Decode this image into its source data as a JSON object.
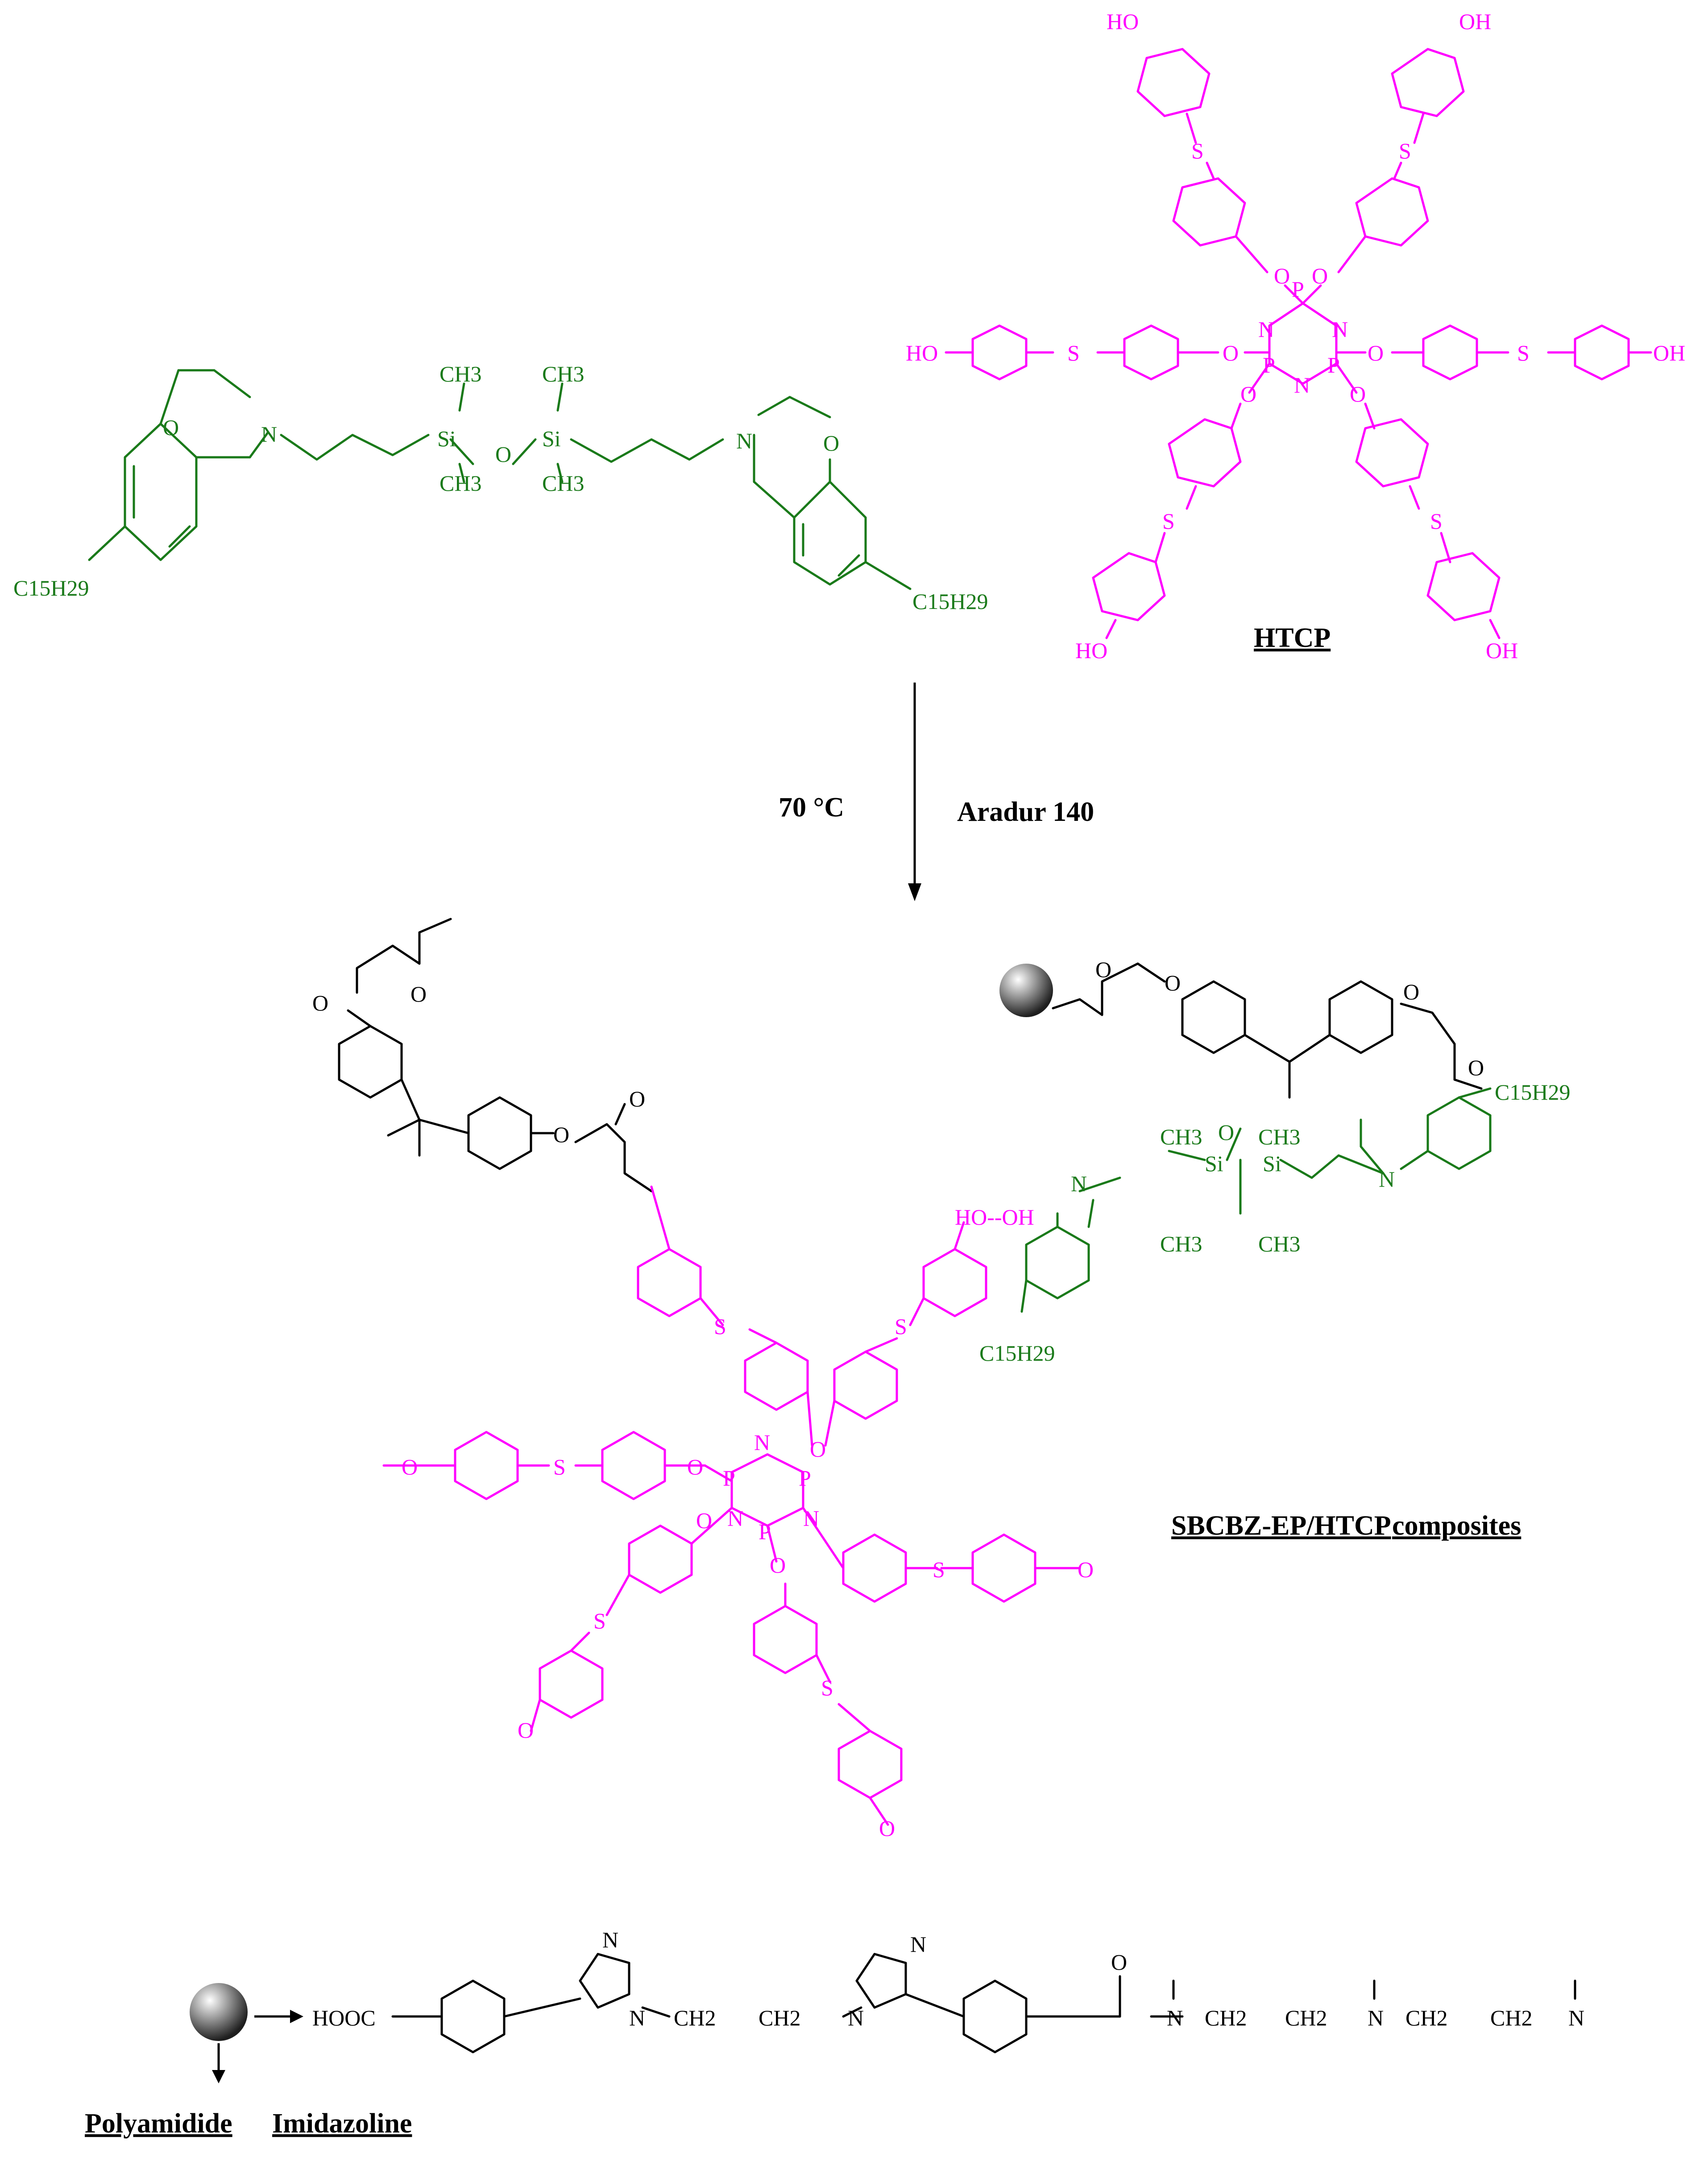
{
  "colors": {
    "sbcbz": "#1a7a1a",
    "htcp": "#ff00ff",
    "epoxy": "#000000",
    "background": "#ffffff"
  },
  "reactant_sbcbz": {
    "alkyl_left": "C15H29",
    "alkyl_right": "C15H29",
    "atoms": {
      "oxygen": "O",
      "nitrogen": "N",
      "silicon": "Si",
      "methyl": "CH3"
    }
  },
  "reactant_htcp": {
    "label": "HTCP",
    "hydroxyl": "HO",
    "hydroxyl_right": "OH",
    "phosphorus": "P",
    "nitrogen": "N",
    "sulfur": "S",
    "oxygen": "O"
  },
  "reaction": {
    "condition_temperature": "70 °C",
    "condition_hardener": "Aradur 140"
  },
  "product": {
    "label_part1": "SBCBZ-EP/HTCP",
    "label_part2": "composites",
    "hbond_label": "HO--OH",
    "alkyl": "C15H29"
  },
  "legend": {
    "label_polyamidide": "Polyamidide",
    "label_imidazoline": "Imidazoline",
    "formula": {
      "acid": "HOOC",
      "ch2": "CH2",
      "n": "N",
      "carbonyl_o": "O"
    }
  }
}
